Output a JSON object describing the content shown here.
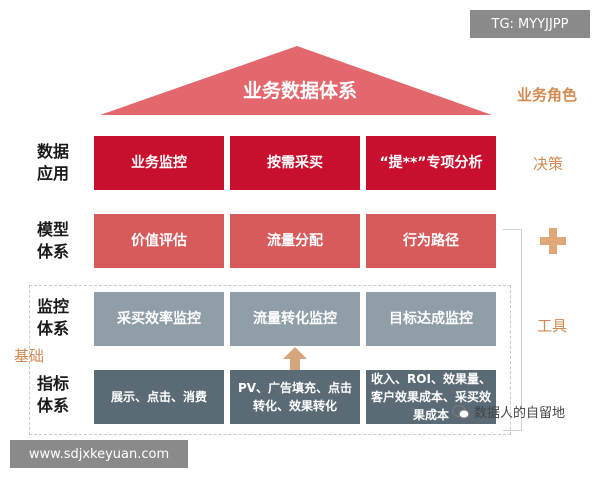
{
  "badge": "TG: MYYJJPP",
  "website": "www.sdjxkeyuan.com",
  "roof_title": "业务数据体系",
  "role_label": "业务角色",
  "rows": [
    {
      "label": [
        "数据",
        "应用"
      ],
      "cells": [
        "业务监控",
        "按需采买",
        "“提**”专项分析"
      ],
      "side": "决策"
    },
    {
      "label": [
        "模型",
        "体系"
      ],
      "cells": [
        "价值评估",
        "流量分配",
        "行为路径"
      ],
      "side": "plus"
    },
    {
      "label": [
        "监控",
        "体系"
      ],
      "cells": [
        "采买效率监控",
        "流量转化监控",
        "目标达成监控"
      ],
      "side": "工具"
    },
    {
      "label": [
        "指标",
        "体系"
      ],
      "cells": [
        "展示、点击、消费",
        "PV、广告填充、点击转化、效果转化",
        "收入、ROI、效果量、客户效果成本、采买效果成本"
      ]
    }
  ],
  "base_label": "基础",
  "watermark": "数据人的自留地",
  "colors": {
    "row1": "#c8102e",
    "row2": "#d75b5b",
    "row3": "#8f9ea7",
    "row4": "#5a6b75",
    "accent": "#d38a52"
  }
}
